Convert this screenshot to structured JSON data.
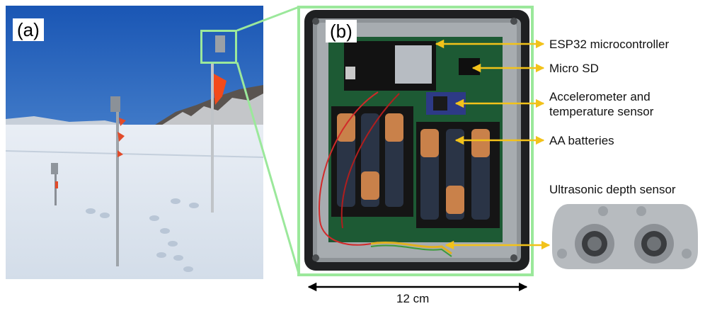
{
  "panels": {
    "a": {
      "label": "(a)"
    },
    "b": {
      "label": "(b)"
    }
  },
  "callouts": [
    {
      "text": "ESP32 microcontroller"
    },
    {
      "text": "Micro SD"
    },
    {
      "text": "Accelerometer and temperature sensor"
    },
    {
      "text": "AA batteries"
    }
  ],
  "sensor_label": "Ultrasonic depth sensor",
  "scale_label": "12 cm",
  "colors": {
    "callout_arrow": "#f2c21a",
    "zoom_frame": "#9be89b",
    "sky": "#2e74c9",
    "snow": "#e8eef6",
    "pcb": "#1d5a34",
    "enclosure": "#202124"
  }
}
